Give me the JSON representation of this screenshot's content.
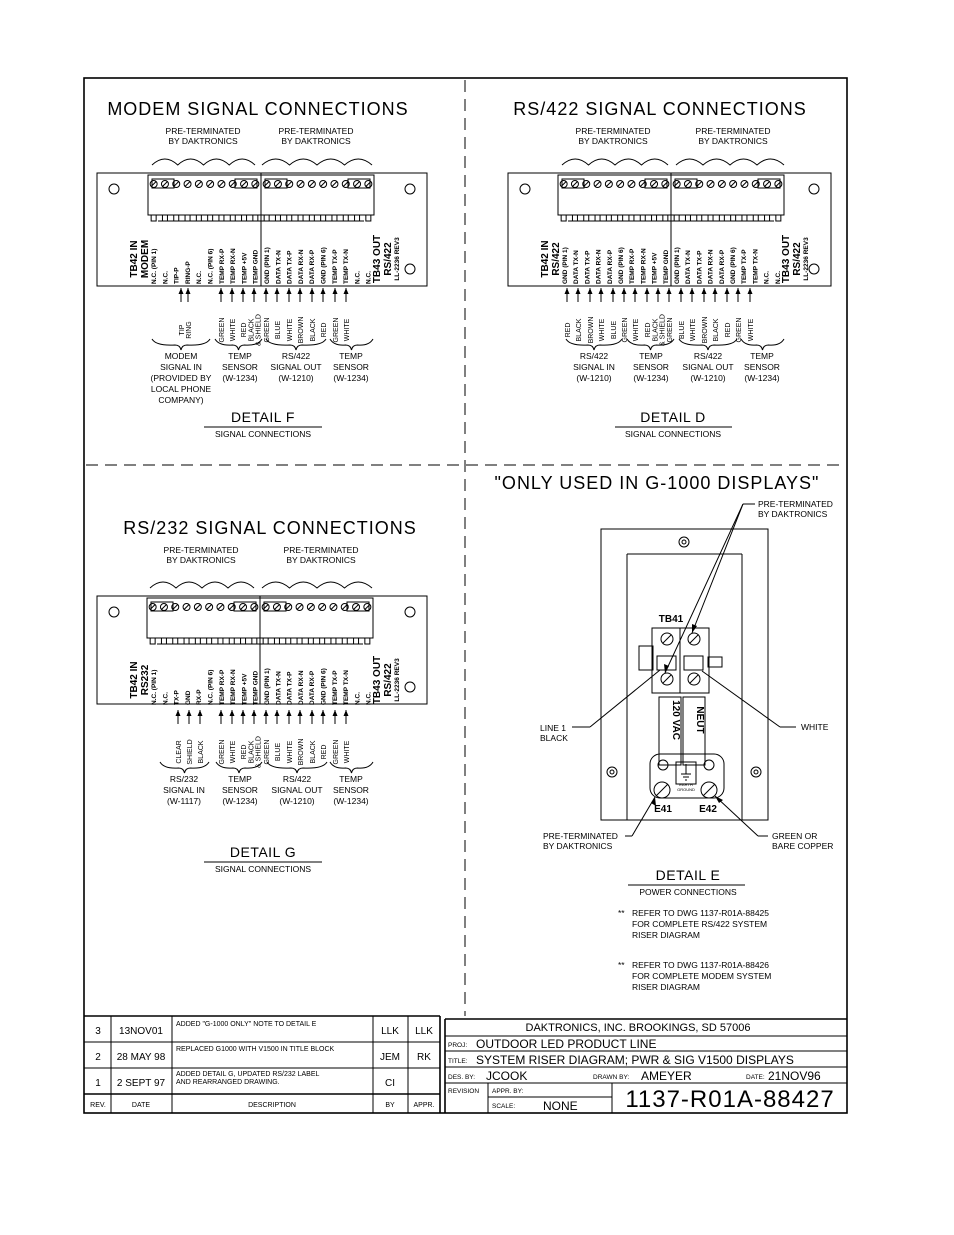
{
  "details": {
    "f": {
      "title": "MODEM SIGNAL CONNECTIONS",
      "pre_left": [
        "PRE-TERMINATED",
        "BY DAKTRONICS"
      ],
      "pre_right": [
        "PRE-TERMINATED",
        "BY DAKTRONICS"
      ],
      "tb_in": "TB42 IN",
      "tb_in_sub": "MODEM",
      "tb_out": "TB43 OUT",
      "tb_out_sub": "RS/422",
      "tb_out_ref": "LL-2236 REV3",
      "terminals": [
        "N.C. (PIN 1)",
        "N.C.",
        "TIP-P",
        "RING-P",
        "N.C.",
        "N.C. (PIN 6)",
        "TEMP RX-P",
        "TEMP RX-N",
        "TEMP +5V",
        "TEMP GND",
        "GND (PIN 1)",
        "DATA TX-N",
        "DATA TX-P",
        "DATA RX-N",
        "DATA RX-P",
        "GND (PIN 6)",
        "TEMP TX-P",
        "TEMP TX-N",
        "N.C.",
        "N.C."
      ],
      "wires": [
        "TIP",
        "RING",
        "GREEN",
        "WHITE",
        "RED",
        "BLACK & SHIELD",
        "GREEN",
        "BLUE",
        "WHITE",
        "BROWN",
        "BLACK",
        "RED",
        "GREEN",
        "WHITE"
      ],
      "groups": [
        {
          "lines": [
            "MODEM",
            "SIGNAL IN",
            "(PROVIDED BY",
            "LOCAL PHONE",
            "COMPANY)"
          ]
        },
        {
          "lines": [
            "TEMP",
            "SENSOR",
            "(W-1234)"
          ]
        },
        {
          "lines": [
            "RS/422",
            "SIGNAL OUT",
            "(W-1210)"
          ]
        },
        {
          "lines": [
            "TEMP",
            "SENSOR",
            "(W-1234)"
          ]
        }
      ],
      "detail_label": "DETAIL F",
      "detail_sub": "SIGNAL CONNECTIONS"
    },
    "d": {
      "title": "RS/422 SIGNAL CONNECTIONS",
      "pre_left": [
        "PRE-TERMINATED",
        "BY DAKTRONICS"
      ],
      "pre_right": [
        "PRE-TERMINATED",
        "BY DAKTRONICS"
      ],
      "tb_in": "TB42 IN",
      "tb_in_sub": "RS/422",
      "tb_out": "TB43 OUT",
      "tb_out_sub": "RS/422",
      "tb_out_ref": "LL-2236 REV3",
      "terminals": [
        "GND (PIN 1)",
        "DATA TX-N",
        "DATA TX-P",
        "DATA RX-N",
        "DATA RX-P",
        "GND (PIN 6)",
        "TEMP RX-P",
        "TEMP RX-N",
        "TEMP +5V",
        "TEMP GND",
        "GND (PIN 1)",
        "DATA TX-N",
        "DATA TX-P",
        "DATA RX-N",
        "DATA RX-P",
        "GND (PIN 6)",
        "TEMP TX-P",
        "TEMP TX-N",
        "N.C.",
        "N.C."
      ],
      "wires": [
        "RED",
        "BLACK",
        "BROWN",
        "WHITE",
        "BLUE",
        "GREEN",
        "WHITE",
        "RED",
        "BLACK & SHIELD",
        "GREEN",
        "BLUE",
        "WHITE",
        "BROWN",
        "BLACK",
        "RED",
        "GREEN",
        "WHITE"
      ],
      "groups": [
        {
          "lines": [
            "RS/422",
            "SIGNAL IN",
            "(W-1210)"
          ]
        },
        {
          "lines": [
            "TEMP",
            "SENSOR",
            "(W-1234)"
          ]
        },
        {
          "lines": [
            "RS/422",
            "SIGNAL OUT",
            "(W-1210)"
          ]
        },
        {
          "lines": [
            "TEMP",
            "SENSOR",
            "(W-1234)"
          ]
        }
      ],
      "detail_label": "DETAIL D",
      "detail_sub": "SIGNAL CONNECTIONS"
    },
    "g": {
      "title": "RS/232 SIGNAL CONNECTIONS",
      "pre_left": [
        "PRE-TERMINATED",
        "BY DAKTRONICS"
      ],
      "pre_right": [
        "PRE-TERMINATED",
        "BY DAKTRONICS"
      ],
      "tb_in": "TB42 IN",
      "tb_in_sub": "RS232",
      "tb_out": "TB43 OUT",
      "tb_out_sub": "RS/422",
      "tb_out_ref": "LL-2236 REV3",
      "terminals": [
        "N.C. (PIN 1)",
        "N.C.",
        "TX-P",
        "GND",
        "RX-P",
        "N.C. (PIN 6)",
        "TEMP RX-P",
        "TEMP RX-N",
        "TEMP +5V",
        "TEMP GND",
        "GND (PIN 1)",
        "DATA TX-N",
        "DATA TX-P",
        "DATA RX-N",
        "DATA RX-P",
        "GND (PIN 6)",
        "TEMP TX-P",
        "TEMP TX-N",
        "N.C.",
        "N.C."
      ],
      "wires": [
        "CLEAR",
        "SHIELD",
        "BLACK",
        "GREEN",
        "WHITE",
        "RED",
        "BLACK & SHIELD",
        "GREEN",
        "BLUE",
        "WHITE",
        "BROWN",
        "BLACK",
        "RED",
        "GREEN",
        "WHITE"
      ],
      "groups": [
        {
          "lines": [
            "RS/232",
            "SIGNAL IN",
            "(W-1117)"
          ]
        },
        {
          "lines": [
            "TEMP",
            "SENSOR",
            "(W-1234)"
          ]
        },
        {
          "lines": [
            "RS/422",
            "SIGNAL OUT",
            "(W-1210)"
          ]
        },
        {
          "lines": [
            "TEMP",
            "SENSOR",
            "(W-1234)"
          ]
        }
      ],
      "detail_label": "DETAIL G",
      "detail_sub": "SIGNAL CONNECTIONS"
    },
    "e": {
      "title": "\"ONLY USED IN G-1000 DISPLAYS\"",
      "pre_top": [
        "PRE-TERMINATED",
        "BY DAKTRONICS"
      ],
      "tb_label": "TB41",
      "left_label": [
        "LINE 1",
        "BLACK"
      ],
      "right_label": "WHITE",
      "block_left": "120 VAC",
      "block_right": "NEUT",
      "ground_text": [
        "EARTH",
        "GROUND"
      ],
      "e41": "E41",
      "e42": "E42",
      "pre_bottom": [
        "PRE-TERMINATED",
        "BY DAKTRONICS"
      ],
      "green_label": [
        "GREEN OR",
        "BARE COPPER"
      ],
      "detail_label": "DETAIL E",
      "detail_sub": "POWER CONNECTIONS",
      "notes": [
        {
          "marker": "**",
          "lines": [
            "REFER TO DWG 1137-R01A-88425",
            "FOR COMPLETE RS/422 SYSTEM",
            "RISER DIAGRAM"
          ]
        },
        {
          "marker": "**",
          "lines": [
            "REFER TO DWG 1137-R01A-88426",
            "FOR COMPLETE MODEM SYSTEM",
            "RISER DIAGRAM"
          ]
        }
      ]
    }
  },
  "revisions": {
    "headers": {
      "rev": "REV.",
      "date": "DATE",
      "desc": "DESCRIPTION",
      "by": "BY",
      "appr": "APPR."
    },
    "rows": [
      {
        "rev": "3",
        "date": "13NOV01",
        "desc": [
          "ADDED \"G-1000 ONLY\" NOTE TO DETAIL E"
        ],
        "by": "LLK",
        "appr": "LLK"
      },
      {
        "rev": "2",
        "date": "28 MAY 98",
        "desc": [
          "REPLACED G1000 WITH V1500 IN TITLE BLOCK"
        ],
        "by": "JEM",
        "appr": "RK"
      },
      {
        "rev": "1",
        "date": "2 SEPT 97",
        "desc": [
          "ADDED DETAIL G, UPDATED RS/232 LABEL",
          "AND REARRANGED DRAWING."
        ],
        "by": "CI",
        "appr": ""
      }
    ]
  },
  "title_block": {
    "company": "DAKTRONICS, INC.   BROOKINGS, SD 57006",
    "proj_label": "PROJ:",
    "proj": "OUTDOOR LED PRODUCT LINE",
    "title_label": "TITLE:",
    "title": "SYSTEM RISER DIAGRAM; PWR & SIG V1500 DISPLAYS",
    "des_label": "DES. BY:",
    "des": "JCOOK",
    "drawn_label": "DRAWN BY:",
    "drawn": "AMEYER",
    "date_label": "DATE:",
    "date": "21NOV96",
    "revision_label": "REVISION",
    "appr_label": "APPR. BY:",
    "scale_label": "SCALE:",
    "scale": "NONE",
    "dwg_no": "1137-R01A-88427"
  }
}
